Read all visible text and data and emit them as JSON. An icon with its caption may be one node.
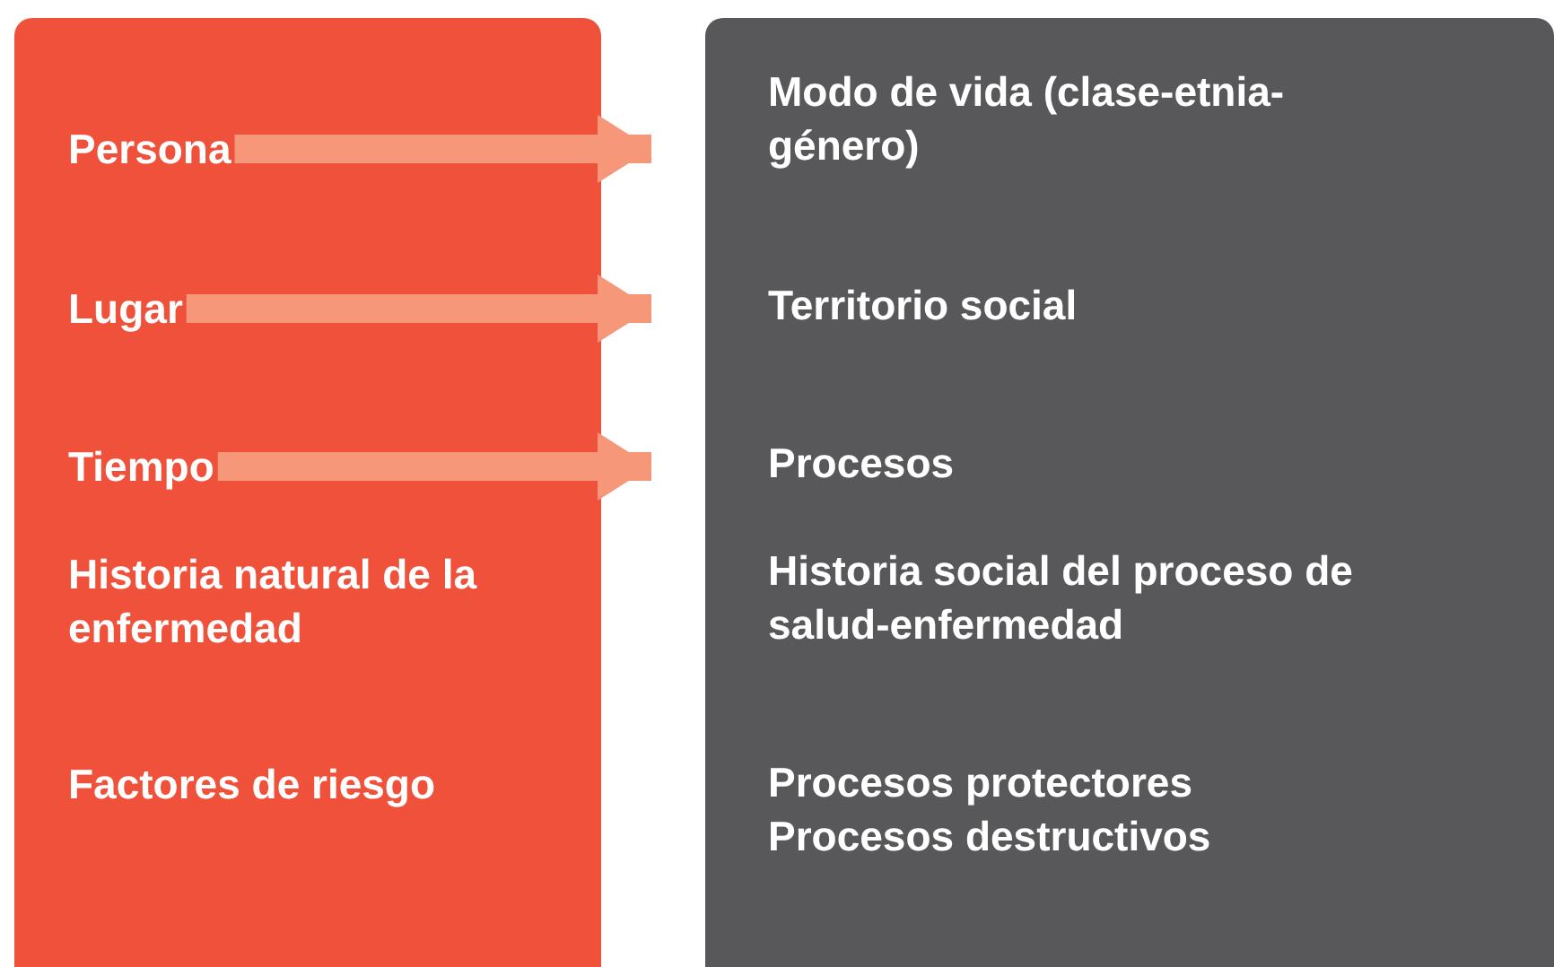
{
  "diagram": {
    "nodes": [
      {
        "text": [],
        "shape": "box"
      },
      {
        "text": [
          "Persona"
        ],
        "in": 0
      },
      {
        "text": [
          "Lugar"
        ],
        "in": 0
      },
      {
        "text": [
          "Tiempo"
        ],
        "in": 0
      },
      {
        "text": [
          "Historia natural de la enfermedad"
        ],
        "in": 0
      },
      {
        "text": [
          "Factores de riesgo"
        ],
        "in": 0
      },
      {
        "text": [],
        "shape": "box"
      },
      {
        "text": [
          "Modo de vida (clase-etnia-género)"
        ],
        "in": 6
      },
      {
        "text": [
          "Territorio social"
        ],
        "in": 6
      },
      {
        "text": [
          "Procesos"
        ],
        "in": 6
      },
      {
        "text": [
          "Historia social del proceso de salud-enfermedad"
        ],
        "in": 6
      },
      {
        "text": [
          "Procesos protectores",
          "Procesos destructivos"
        ],
        "in": 6
      }
    ],
    "edges": [
      {
        "from": 1,
        "to": 7,
        "arrow": "to"
      },
      {
        "from": 2,
        "to": 8,
        "arrow": "to"
      },
      {
        "from": 3,
        "to": 9,
        "arrow": "to"
      }
    ]
  }
}
